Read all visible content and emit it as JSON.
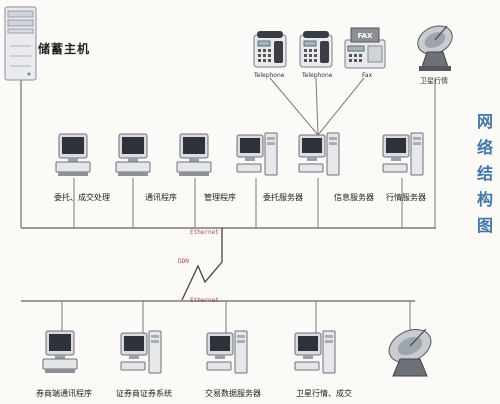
{
  "host": {
    "label": "储蓄主机"
  },
  "devices": {
    "telephone_1": "Telephone",
    "telephone_2": "Telephone",
    "fax_caption": "Fax",
    "fax_panel": "FAX",
    "satellite": "卫星行情"
  },
  "network": {
    "ethernet_upper": "Ethernet",
    "ddn": "DDN",
    "ethernet_lower": "Ethernet"
  },
  "upper_row": [
    {
      "label": "委托、成交处理"
    },
    {
      "label": "通讯程序"
    },
    {
      "label": "管理程序"
    },
    {
      "label": "委托服务器"
    },
    {
      "label": "信息服务器"
    },
    {
      "label": "行情服务器"
    }
  ],
  "lower_row": [
    {
      "label": "券商端通讯程序"
    },
    {
      "label": "证券商证券系统"
    },
    {
      "label": "交易数据服务器"
    },
    {
      "label": "卫星行情、成交"
    }
  ],
  "side_title": [
    "网",
    "络",
    "结",
    "构",
    "图"
  ],
  "colors": {
    "line": "#7a7a7a",
    "title": "#3e78ae",
    "ddn": "#b04a4a"
  }
}
